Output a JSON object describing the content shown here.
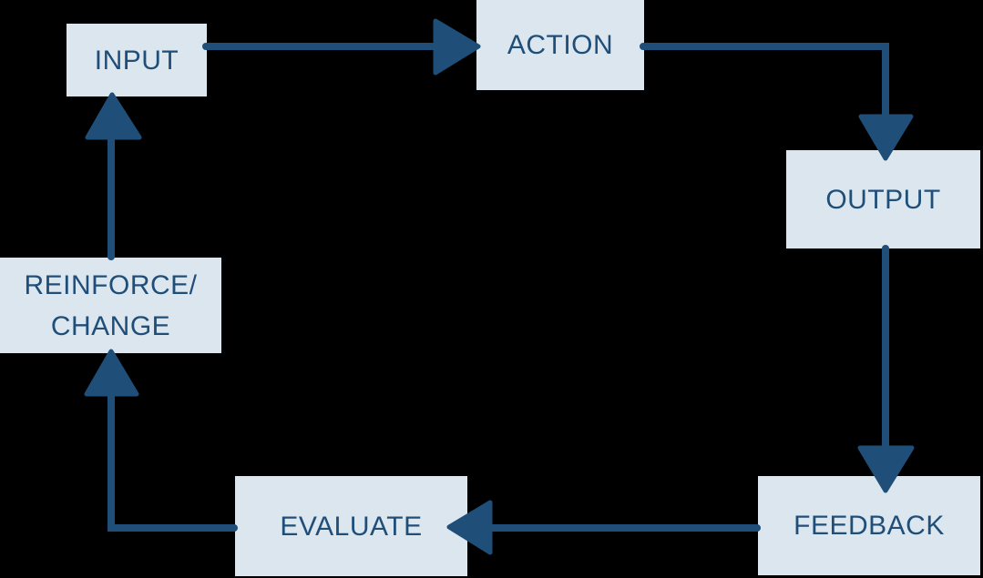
{
  "diagram": {
    "type": "flowchart-cycle",
    "background_color": "#000000",
    "node_fill_color": "#dce6ee",
    "node_text_color": "#1f4e79",
    "arrow_color": "#1f4e79",
    "nodes": [
      {
        "id": "input",
        "label": "INPUT"
      },
      {
        "id": "action",
        "label": "ACTION"
      },
      {
        "id": "output",
        "label": "OUTPUT"
      },
      {
        "id": "feedback",
        "label": "FEEDBACK"
      },
      {
        "id": "evaluate",
        "label": "EVALUATE"
      },
      {
        "id": "reinforce-change",
        "label": "REINFORCE/\nCHANGE"
      }
    ],
    "edges": [
      {
        "from": "INPUT",
        "to": "ACTION"
      },
      {
        "from": "ACTION",
        "to": "OUTPUT"
      },
      {
        "from": "OUTPUT",
        "to": "FEEDBACK"
      },
      {
        "from": "FEEDBACK",
        "to": "EVALUATE"
      },
      {
        "from": "EVALUATE",
        "to": "REINFORCE/CHANGE"
      },
      {
        "from": "REINFORCE/CHANGE",
        "to": "INPUT"
      }
    ]
  }
}
